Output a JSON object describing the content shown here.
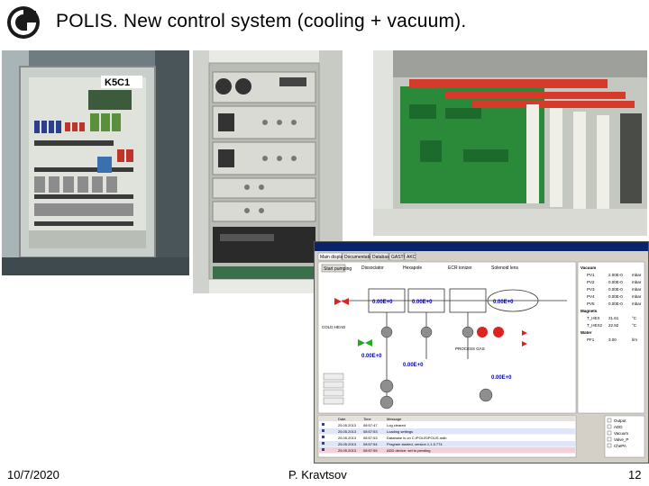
{
  "slide": {
    "title": "POLIS. New control system (cooling + vacuum).",
    "footer_date": "10/7/2020",
    "footer_author": "P. Kravtsov",
    "page_number": "12"
  },
  "photos": {
    "cabinet_label": "K5C1"
  },
  "screen": {
    "tabs": [
      "Main display",
      "Documentation",
      "Database",
      "GASTC",
      "AKC"
    ],
    "start_button": "Start pumping",
    "sections": [
      "Dissociator",
      "Hexapole",
      "ECR ionizer",
      "Solenoid lens"
    ],
    "values": [
      "0.00E+0",
      "0.00E+0",
      "0.00E+0",
      "0.00E+0",
      "0.00E+0",
      "0.00E+0"
    ],
    "process_gas": "PROCESS GAS",
    "cold_head": "COLD HEAD",
    "readings": [
      {
        "name": "Vacuum",
        "value": "",
        "unit": ""
      },
      {
        "name": "PV1",
        "value": "2.00E-0",
        "unit": "mbar"
      },
      {
        "name": "PV2",
        "value": "0.00E-0",
        "unit": "mbar"
      },
      {
        "name": "PV3",
        "value": "0.00E-0",
        "unit": "mbar"
      },
      {
        "name": "PV4",
        "value": "0.00E-0",
        "unit": "mbar"
      },
      {
        "name": "PV5",
        "value": "0.00E-0",
        "unit": "mbar"
      },
      {
        "name": "Magnets",
        "value": "",
        "unit": ""
      },
      {
        "name": "T_HEX",
        "value": "21.61",
        "unit": "°C"
      },
      {
        "name": "T_HEX2",
        "value": "22.92",
        "unit": "°C"
      },
      {
        "name": "Water",
        "value": "",
        "unit": ""
      },
      {
        "name": "PF1",
        "value": "3.00",
        "unit": "l/m"
      }
    ],
    "log_columns": [
      "Date",
      "Time",
      "Message"
    ],
    "log_rows": [
      [
        "25.05.2013",
        "08:57:47",
        "Log cleared"
      ],
      [
        "25.05.2013",
        "08:57:53",
        "Loading settings"
      ],
      [
        "25.05.2013",
        "08:57:53",
        "Database is on C:\\POLIS\\POLIS.mdb"
      ],
      [
        "25.05.2013",
        "08:57:54",
        "Program started, version 1.1.5.774"
      ],
      [
        "25.05.2013",
        "08:57:55",
        "ADD device: set to pending"
      ]
    ],
    "checkboxes": [
      "Output",
      "ADD",
      "Vacuum",
      "Valve_P",
      "ChePA"
    ]
  }
}
